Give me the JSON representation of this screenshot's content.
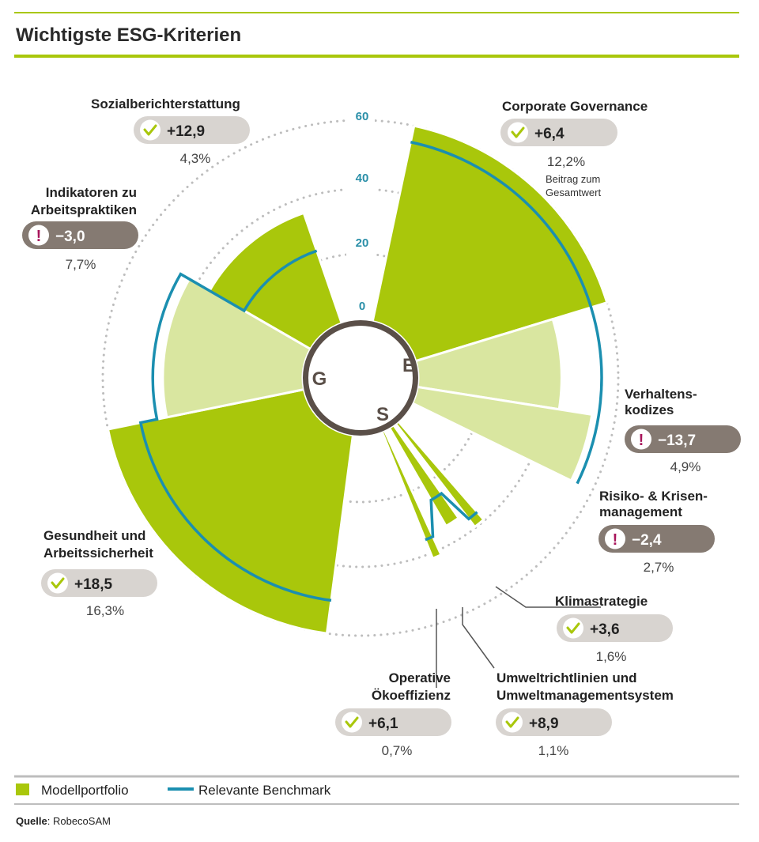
{
  "title": "Wichtigste ESG-Kriterien",
  "colors": {
    "portfolio": "#a9c70b",
    "portfolio_light": "#d9e6a0",
    "benchmark": "#1b8fb0",
    "rule": "#a9c70b",
    "grid": "#bdbdbd",
    "pill_pos": "#d8d4d0",
    "pill_neg": "#857a72",
    "check": "#a9c70b",
    "excl": "#a8155b",
    "hub": "#5a4f48"
  },
  "chart_data": {
    "type": "polar-bar",
    "r_ticks": [
      0,
      20,
      40,
      60
    ],
    "rlim": [
      0,
      60
    ],
    "grid": true,
    "legend_position": "bottom-left",
    "hub_letters": [
      "G",
      "E",
      "S"
    ],
    "series": [
      {
        "name": "Modellportfolio",
        "color": "#a9c70b"
      },
      {
        "name": "Relevante Benchmark",
        "color": "#1b8fb0"
      }
    ],
    "categories": [
      {
        "name": "Corporate Governance",
        "portfolio": 60,
        "benchmark": 55,
        "change": "+6,4",
        "trend": "up",
        "weight": "12,2%",
        "note": "Beitrag zum Gesamtwert"
      },
      {
        "name": "Verhaltens-kodizes",
        "portfolio": 43,
        "benchmark": 55,
        "change": "−13,7",
        "trend": "down",
        "weight": "4,9%"
      },
      {
        "name": "Risiko- & Krisen-management",
        "portfolio": 53,
        "benchmark": 55,
        "change": "−2,4",
        "trend": "down",
        "weight": "2,7%"
      },
      {
        "name": "Klimastrategie",
        "portfolio": 39,
        "benchmark": 36,
        "change": "+3,6",
        "trend": "up",
        "weight": "1,6%"
      },
      {
        "name": "Umweltrichtlinien und Umweltmanagementsystem",
        "portfolio": 34,
        "benchmark": 25,
        "change": "+8,9",
        "trend": "up",
        "weight": "1,1%"
      },
      {
        "name": "Operative Ökoeffizienz",
        "portfolio": 41,
        "benchmark": 35,
        "change": "+6,1",
        "trend": "up",
        "weight": "0,7%"
      },
      {
        "name": "Gesundheit und Arbeitssicherheit",
        "portfolio": 60,
        "benchmark": 50,
        "change": "+18,5",
        "trend": "up",
        "weight": "16,3%"
      },
      {
        "name": "Indikatoren zu Arbeitspraktiken",
        "portfolio": 42,
        "benchmark": 45,
        "change": "−3,0",
        "trend": "down",
        "weight": "7,7%"
      },
      {
        "name": "Sozialberichterstattung",
        "portfolio": 35,
        "benchmark": 23,
        "change": "+12,9",
        "trend": "up",
        "weight": "4,3%"
      }
    ]
  },
  "labels": {
    "cg_line1": "Corporate Governance",
    "vk_line1": "Verhaltens-",
    "vk_line2": "kodizes",
    "rk_line1": "Risiko- & Krisen-",
    "rk_line2": "management",
    "ks_line1": "Klimastrategie",
    "um_line1": "Umweltrichtlinien und",
    "um_line2": "Umweltmanagementsystem",
    "oe_line1": "Operative",
    "oe_line2": "Ökoeffizienz",
    "ga_line1": "Gesundheit und",
    "ga_line2": "Arbeitssicherheit",
    "ia_line1": "Indikatoren zu",
    "ia_line2": "Arbeitspraktiken",
    "sb_line1": "Sozialberichterstattung",
    "cg_note1": "Beitrag zum",
    "cg_note2": "Gesamtwert"
  },
  "legend": {
    "portfolio": "Modellportfolio",
    "benchmark": "Relevante Benchmark"
  },
  "source": {
    "label": "Quelle",
    "text": ": RobecoSAM"
  }
}
